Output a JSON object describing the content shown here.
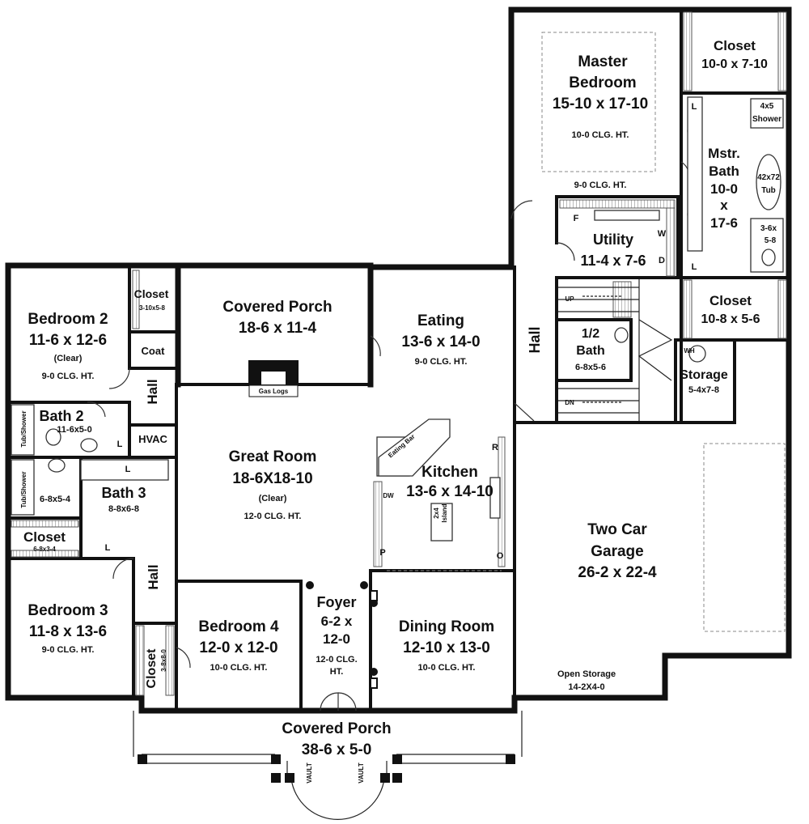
{
  "rooms": {
    "master_bedroom": {
      "name1": "Master",
      "name2": "Bedroom",
      "dims": "15-10 x 17-10",
      "ceiling": "10-0 CLG. HT.",
      "ceiling2": "9-0 CLG. HT."
    },
    "closet_master": {
      "name": "Closet",
      "dims": "10-0 x 7-10"
    },
    "mstr_bath": {
      "name1": "Mstr.",
      "name2": "Bath",
      "dims1": "10-0",
      "x": "x",
      "dims2": "17-6"
    },
    "shower": {
      "l1": "4x5",
      "l2": "Shower"
    },
    "tub": {
      "l1": "42x72",
      "l2": "Tub"
    },
    "wc_master": {
      "l1": "3-6x",
      "l2": "5-8"
    },
    "utility": {
      "name": "Utility",
      "dims": "11-4 x 7-6"
    },
    "closet_hall": {
      "name": "Closet",
      "dims": "10-8 x 5-6"
    },
    "hall_right": {
      "name": "Hall"
    },
    "half_bath": {
      "name1": "1/2",
      "name2": "Bath",
      "dims": "6-8x5-6"
    },
    "storage": {
      "name": "Storage",
      "dims": "5-4x7-8"
    },
    "covered_porch_rear": {
      "name": "Covered Porch",
      "dims": "18-6 x 11-4"
    },
    "gas_logs": {
      "name": "Gas Logs"
    },
    "eating": {
      "name": "Eating",
      "dims": "13-6 x 14-0",
      "ceiling": "9-0 CLG. HT."
    },
    "bedroom2": {
      "name": "Bedroom 2",
      "dims": "11-6 x 12-6",
      "note": "(Clear)",
      "ceiling": "9-0 CLG. HT."
    },
    "closet_bed2": {
      "name": "Closet",
      "dims": "3-10x5-8"
    },
    "coat": {
      "name": "Coat"
    },
    "hall_left": {
      "name": "Hall"
    },
    "bath2": {
      "name": "Bath 2",
      "dims": "11-6x5-0"
    },
    "hvac": {
      "name": "HVAC"
    },
    "tub_shower_1": {
      "name": "Tub/Shower"
    },
    "tub_shower_2": {
      "name": "Tub/Shower"
    },
    "bath3": {
      "name": "Bath 3",
      "dims": "8-8x6-8"
    },
    "bath3_wc": {
      "dims": "6-8x5-4"
    },
    "closet_68": {
      "name": "Closet",
      "dims": "6-8x3-4"
    },
    "great_room": {
      "name": "Great Room",
      "dims": "18-6X18-10",
      "note": "(Clear)",
      "ceiling": "12-0 CLG. HT."
    },
    "kitchen": {
      "name": "Kitchen",
      "dims": "13-6 x 14-10"
    },
    "eating_bar": {
      "name": "Eating Bar"
    },
    "island": {
      "l1": "2x4",
      "l2": "Island"
    },
    "garage": {
      "name1": "Two Car",
      "name2": "Garage",
      "dims": "26-2 x 22-4"
    },
    "open_storage": {
      "name": "Open Storage",
      "dims": "14-2X4-0"
    },
    "bedroom3": {
      "name": "Bedroom 3",
      "dims": "11-8 x 13-6",
      "ceiling": "9-0 CLG. HT."
    },
    "closet_bed3": {
      "name": "Closet",
      "dims": "3-8x8-0"
    },
    "hall_left2": {
      "name": "Hall"
    },
    "bedroom4": {
      "name": "Bedroom 4",
      "dims": "12-0 x 12-0",
      "ceiling": "10-0 CLG. HT."
    },
    "foyer": {
      "name": "Foyer",
      "dims1": "6-2 x",
      "dims2": "12-0",
      "ceiling1": "12-0 CLG.",
      "ceiling2": "HT."
    },
    "dining_room": {
      "name": "Dining Room",
      "dims": "12-10 x 13-0",
      "ceiling": "10-0 CLG. HT."
    },
    "covered_porch_front": {
      "name": "Covered Porch",
      "dims": "38-6 x 5-0"
    }
  },
  "fixtures": {
    "L": "L",
    "W": "W",
    "D": "D",
    "F": "F",
    "R": "R",
    "O": "O",
    "P": "P",
    "DW": "DW",
    "WH": "WH",
    "UP": "UP",
    "DN": "DN",
    "vault": "VAULT"
  }
}
